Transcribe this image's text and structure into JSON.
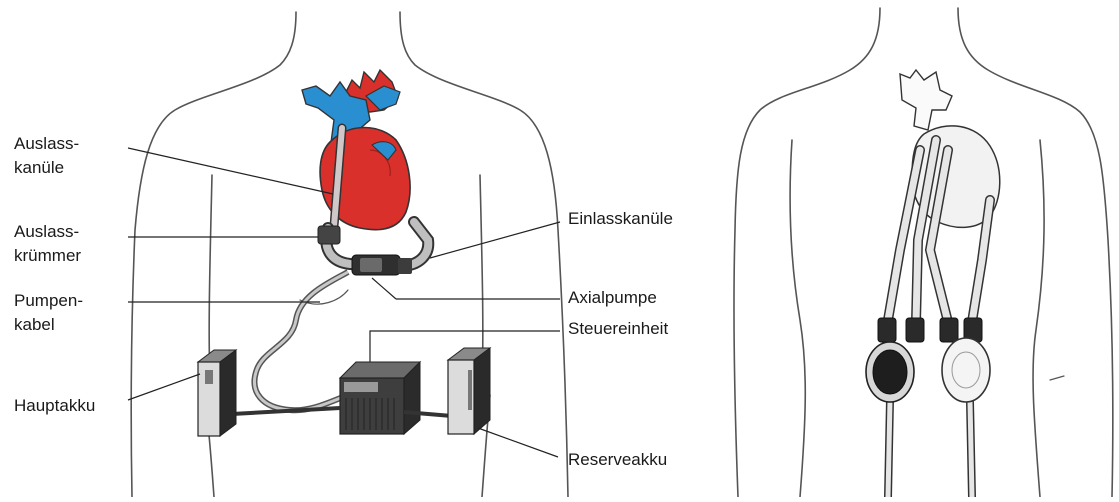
{
  "labels": {
    "auslass_kanule_1": "Auslass-",
    "auslass_kanule_2": "kanüle",
    "auslass_krummer_1": "Auslass-",
    "auslass_krummer_2": "krümmer",
    "pumpen_kabel_1": "Pumpen-",
    "pumpen_kabel_2": "kabel",
    "hauptakku": "Hauptakku",
    "einlasskanule": "Einlasskanüle",
    "axialpumpe": "Axialpumpe",
    "steuereinheit": "Steuereinheit",
    "reserveakku": "Reserveakku"
  },
  "colors": {
    "heart_red": "#d9302c",
    "vessel_blue": "#2a8fd0",
    "outline": "#333333",
    "device_dark": "#3a3a3a",
    "device_light": "#d9d9d9"
  },
  "icons": [
    "heart-icon",
    "axial-pump-icon",
    "controller-icon",
    "battery-icon"
  ]
}
